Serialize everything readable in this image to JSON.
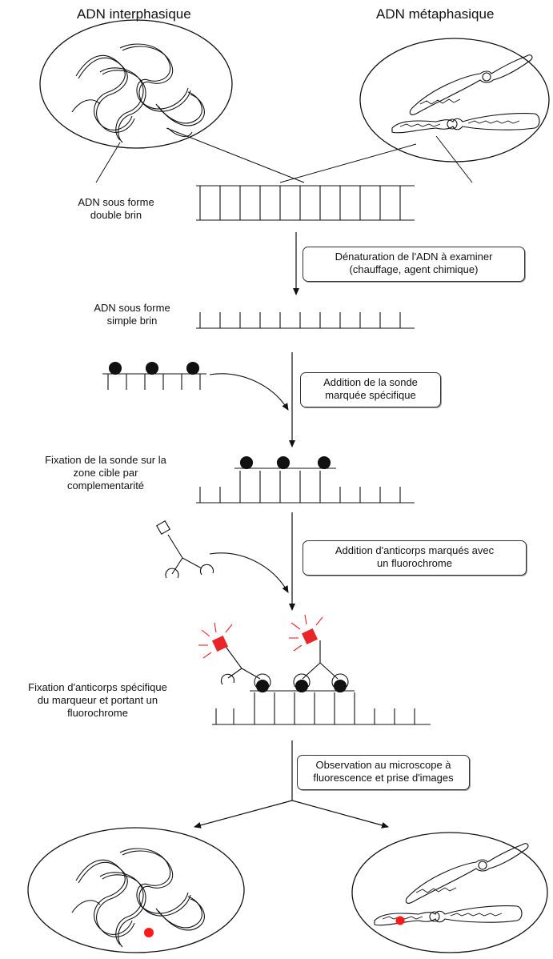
{
  "titles": {
    "left": "ADN interphasique",
    "right": "ADN métaphasique"
  },
  "labels": {
    "double_strand": [
      "ADN sous forme",
      "double brin"
    ],
    "single_strand": [
      "ADN sous forme",
      "simple brin"
    ],
    "probe_binding": [
      "Fixation de la sonde sur la",
      "zone cible par",
      "complementarité"
    ],
    "antibody_binding": [
      "Fixation d'anticorps spécifique",
      "du marqueur et portant un",
      "fluorochrome"
    ]
  },
  "steps": [
    [
      "Dénaturation de l'ADN à examiner",
      "(chauffage, agent chimique)"
    ],
    [
      "Addition de la sonde",
      "marquée spécifique"
    ],
    [
      "Addition d'anticorps marqués avec",
      "un fluorochrome"
    ],
    [
      "Observation au microscope à",
      "fluorescence et prise d'images"
    ]
  ],
  "colors": {
    "line": "#111111",
    "probe": "#111111",
    "fluorochrome": "#e8262a",
    "signal": "#ff1a1a"
  }
}
